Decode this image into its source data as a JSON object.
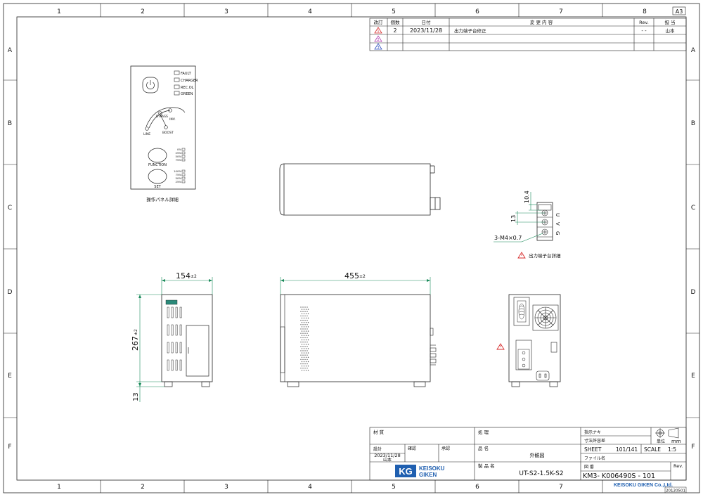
{
  "sheet": {
    "paper_size": "A3",
    "col_numbers": [
      "1",
      "2",
      "3",
      "4",
      "5",
      "6",
      "7",
      "8"
    ],
    "row_letters": [
      "A",
      "B",
      "C",
      "D",
      "E",
      "F"
    ],
    "version_code": "20120501"
  },
  "revision_table": {
    "headers": {
      "mark": "改訂",
      "qty": "個数",
      "date": "日付",
      "content": "変 更 内 容",
      "rev": "Rev.",
      "person": "担 当"
    },
    "rows": [
      {
        "qty": "2",
        "date": "2023/11/28",
        "content": "出力端子台修正",
        "rev": "- -",
        "person": "山本"
      }
    ],
    "marks": [
      "1",
      "2",
      "3"
    ],
    "mark_colors": [
      "#d62a2a",
      "#b040b0",
      "#3050c0"
    ]
  },
  "panel_detail": {
    "leds": [
      "FAULT",
      "CHARGER",
      "REC.OL",
      "GREEN"
    ],
    "arc_labels": {
      "bypass": "BYPASS",
      "inv": "INV.",
      "line": "LINE",
      "boost": "BOOST"
    },
    "function_label": "FUNCTION",
    "set_label": "SET",
    "function_scale": [
      "0%",
      "25%",
      "50%",
      "75%"
    ],
    "set_scale": [
      "100%",
      "75%",
      "50%",
      "25%"
    ],
    "caption": "操作パネル詳細"
  },
  "terminal_detail": {
    "dim_top": "10.4",
    "dim_pitch": "13",
    "screw_label": "3-M4×0.7",
    "phase_labels": [
      "U",
      "V",
      "G"
    ],
    "caption": "出力端子台詳細"
  },
  "dimensions": {
    "width": "154",
    "width_tol": "±2",
    "height": "267",
    "height_tol": "±2",
    "foot": "13",
    "depth": "455",
    "depth_tol": "±2"
  },
  "title_block": {
    "material_label": "材 質",
    "treatment_label": "処 理",
    "tolerance_note_1": "指示ナキ",
    "tolerance_note_2": "寸法許容差",
    "unit_label": "単位",
    "unit_value": "mm",
    "design_label": "設計",
    "design_date": "2023/11/28",
    "design_person": "山本",
    "check_label": "確認",
    "approve_label": "承認",
    "part_name_label": "品 名",
    "part_name": "外観図",
    "product_name_label": "製 品 名",
    "product_name": "UT-S2-1.5K-S2",
    "sheet_label": "SHEET",
    "sheet_value": "101/141",
    "scale_label": "SCALE",
    "scale_value": "1:5",
    "file_label": "ファイル名",
    "drawing_no_label": "図 番",
    "drawing_no": "KM3- K006490S - 101",
    "rev_label": "Rev.",
    "company_mark": "KG",
    "company_name_1": "KEISOKU",
    "company_name_2": "GIKEN",
    "company_footer": "KEISOKU GIKEN Co.,Ltd."
  },
  "colors": {
    "dimension": "#1a8a5a",
    "line": "#222222",
    "logo_blue": "#1f5fb0",
    "warning_red": "#d62a2a"
  }
}
